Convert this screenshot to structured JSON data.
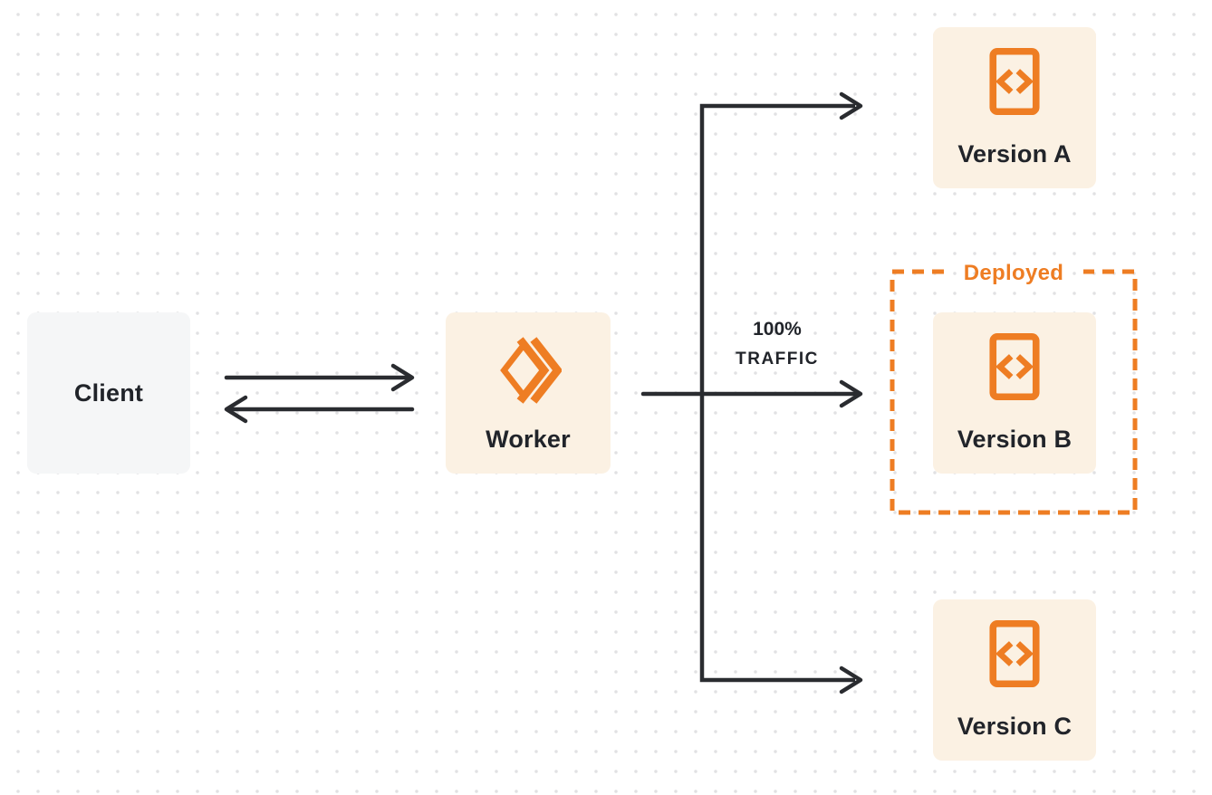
{
  "diagram": {
    "nodes": {
      "client": {
        "label": "Client"
      },
      "worker": {
        "label": "Worker"
      },
      "version_a": {
        "label": "Version A"
      },
      "version_b": {
        "label": "Version B"
      },
      "version_c": {
        "label": "Version C"
      }
    },
    "annotations": {
      "traffic_percent": "100%",
      "traffic_word": "TRAFFIC",
      "deployed": "Deployed"
    },
    "icons": {
      "worker_icon": "cloudflare-workers-logo",
      "version_icon": "code-document-icon"
    },
    "edges": [
      {
        "from": "client",
        "to": "worker",
        "type": "arrow-right"
      },
      {
        "from": "worker",
        "to": "client",
        "type": "arrow-left"
      },
      {
        "from": "worker",
        "to": "version_a",
        "type": "arrow"
      },
      {
        "from": "worker",
        "to": "version_b",
        "type": "arrow",
        "label": "100% TRAFFIC"
      },
      {
        "from": "worker",
        "to": "version_c",
        "type": "arrow"
      }
    ],
    "groups": [
      {
        "label": "Deployed",
        "contains": [
          "version_b"
        ],
        "style": "orange-dashed"
      }
    ]
  },
  "colors": {
    "accent_orange": "#EE7D23",
    "box_cream": "#FBF1E3",
    "box_gray": "#F5F6F7",
    "text_dark": "#21242A",
    "arrow_dark": "#2A2C30",
    "dot_grid": "#E1E1E3",
    "canvas_bg": "#FFFFFF"
  }
}
